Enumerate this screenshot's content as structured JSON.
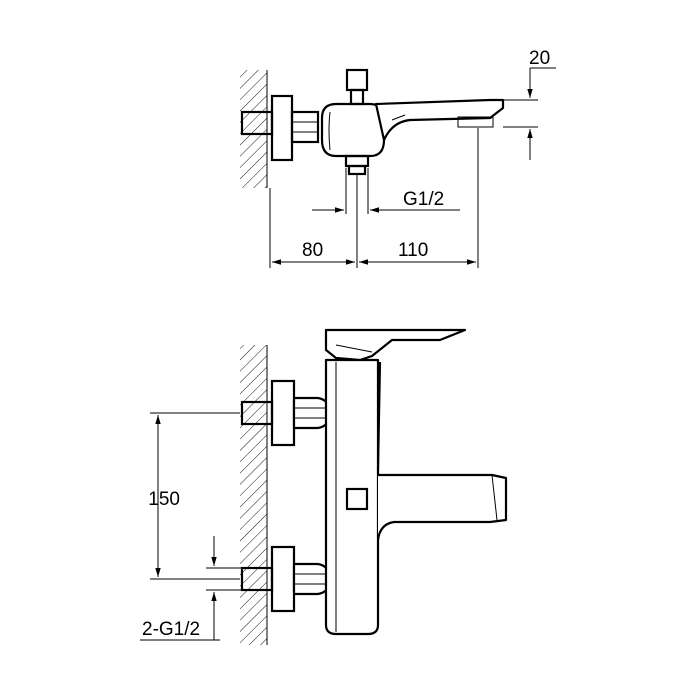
{
  "dimensions": {
    "spout_height": "20",
    "inlet_thread_top": "G1/2",
    "wall_to_body": "80",
    "body_to_spout": "110",
    "inlet_spacing": "150",
    "inlet_thread_bottom": "2-G1/2"
  }
}
